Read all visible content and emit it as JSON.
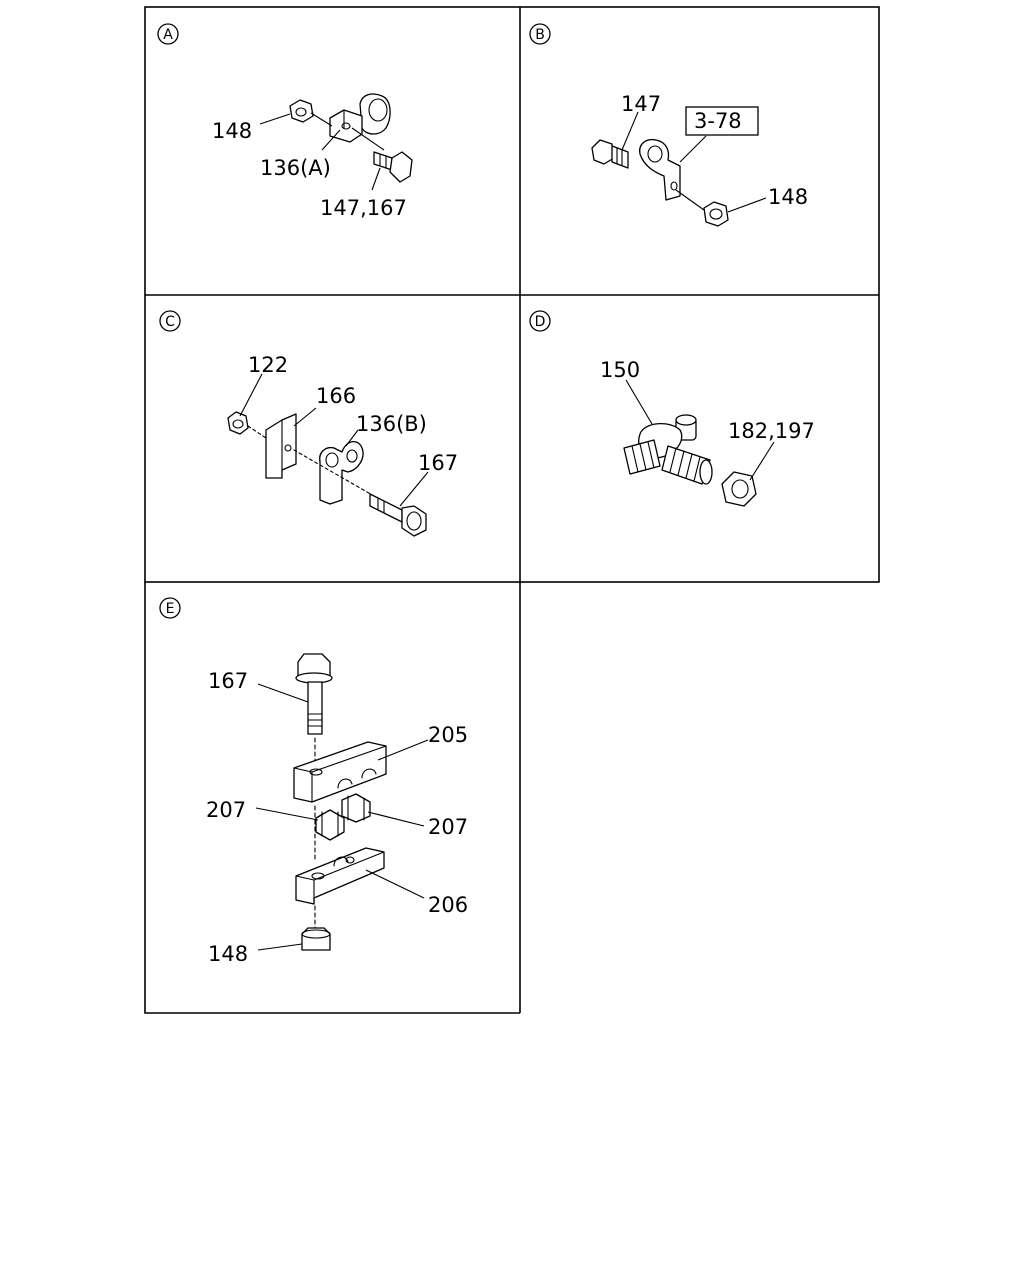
{
  "panels": [
    {
      "letter": "A",
      "labels": [
        "148",
        "136(A)",
        "147,167"
      ]
    },
    {
      "letter": "B",
      "labels": [
        "147",
        "3-78",
        "148"
      ]
    },
    {
      "letter": "C",
      "labels": [
        "122",
        "166",
        "136(B)",
        "167"
      ]
    },
    {
      "letter": "D",
      "labels": [
        "150",
        "182,197"
      ]
    },
    {
      "letter": "E",
      "labels": [
        "167",
        "205",
        "207",
        "207",
        "206",
        "148"
      ]
    }
  ]
}
